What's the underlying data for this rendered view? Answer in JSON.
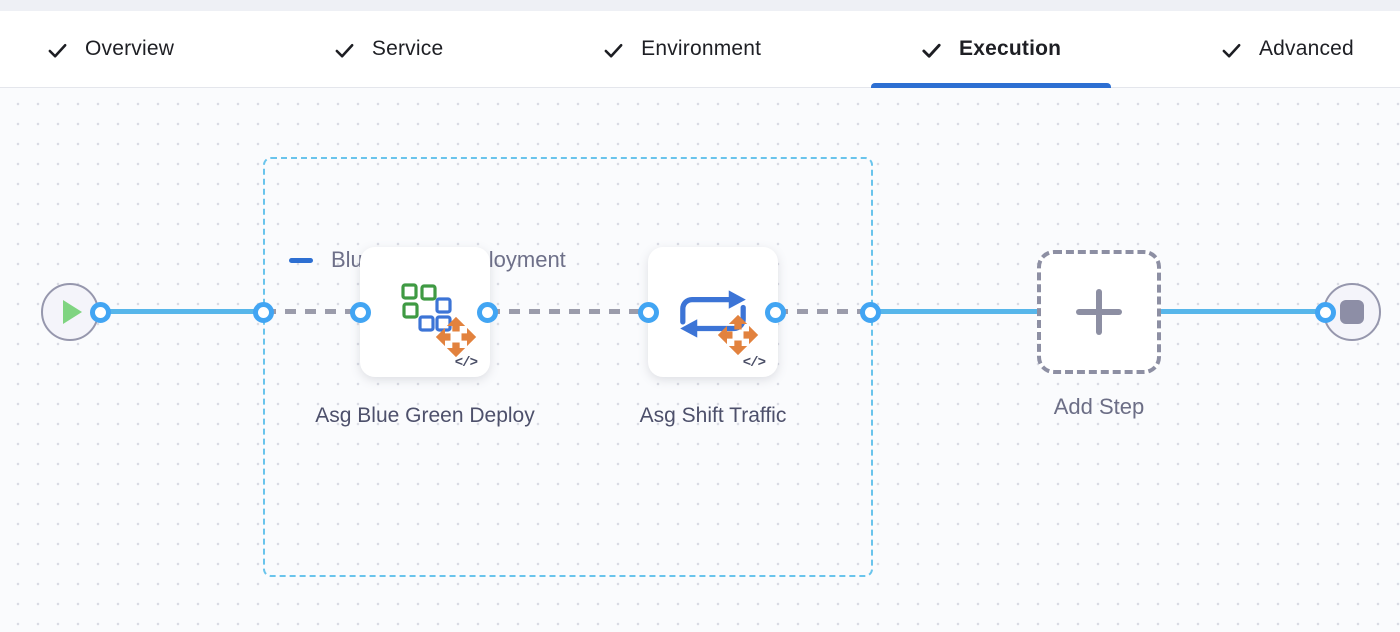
{
  "tabs": [
    {
      "label": "Overview",
      "checked": true,
      "active": false
    },
    {
      "label": "Service",
      "checked": true,
      "active": false
    },
    {
      "label": "Environment",
      "checked": true,
      "active": false
    },
    {
      "label": "Execution",
      "checked": true,
      "active": true
    },
    {
      "label": "Advanced",
      "checked": true,
      "active": false
    }
  ],
  "pipeline": {
    "start_node": "pipeline-start",
    "end_node": "pipeline-end",
    "group": {
      "label": "Blue Green Deployment",
      "collapsed": false
    },
    "steps": [
      {
        "label": "Asg Blue Green Deploy",
        "code_badge": "</>"
      },
      {
        "label": "Asg Shift Traffic",
        "code_badge": "</>"
      }
    ],
    "add_step": {
      "label": "Add Step"
    }
  },
  "icons": {
    "tab_check": "check-icon",
    "start": "play-icon",
    "end": "stop-icon",
    "collapse": "minus-icon",
    "step1": "blue-green-squares-icon",
    "step2": "shift-traffic-swap-icon",
    "step_overlay": "move-arrows-icon",
    "step_badge": "code-icon",
    "add": "plus-icon"
  },
  "colors": {
    "accent_blue": "#2d6fd2",
    "edge_blue": "#57b6ea",
    "port_blue": "#42a5f3",
    "group_border": "#69c4ec",
    "dashed_gray": "#9b9cab",
    "play_green": "#7fd481",
    "node_gray": "#8d8ea6",
    "icon_green": "#3f9a43",
    "icon_blue": "#3c74d6",
    "icon_orange": "#e2823e",
    "canvas_bg": "#fafbfd",
    "tab_text": "#1e1f24",
    "label_gray": "#4d506b"
  }
}
